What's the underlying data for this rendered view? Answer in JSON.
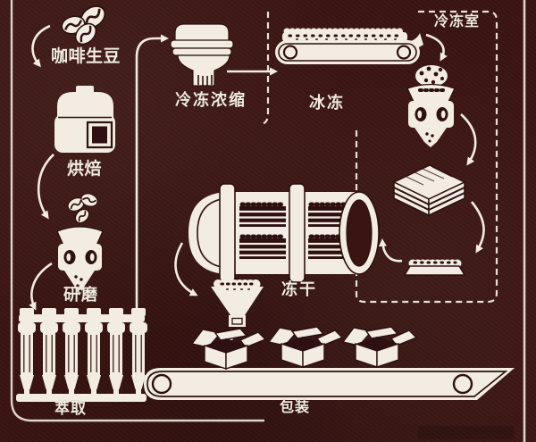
{
  "diagram": "coffee-freeze-dry-process-flow",
  "theme": {
    "background_color": "#3a1412",
    "line_color": "#f2ece2",
    "dashed_line_color": "#e8e1d5",
    "detail_color": "#2d100f"
  },
  "stages": {
    "green_beans": {
      "label": "咖啡生豆"
    },
    "roasting": {
      "label": "烘焙"
    },
    "grinding": {
      "label": "研磨"
    },
    "extraction": {
      "label": "萃取"
    },
    "freeze_concentration": {
      "label": "冷冻浓缩"
    },
    "freezing": {
      "label": "冰冻"
    },
    "freezer_room": {
      "label": "冷冻室"
    },
    "freeze_drying": {
      "label": "冻干"
    },
    "packaging": {
      "label": "包装"
    }
  },
  "flow_order": [
    "green_beans",
    "roasting",
    "grinding",
    "extraction",
    "freeze_concentration",
    "freezing",
    "freeze_drying",
    "packaging"
  ]
}
